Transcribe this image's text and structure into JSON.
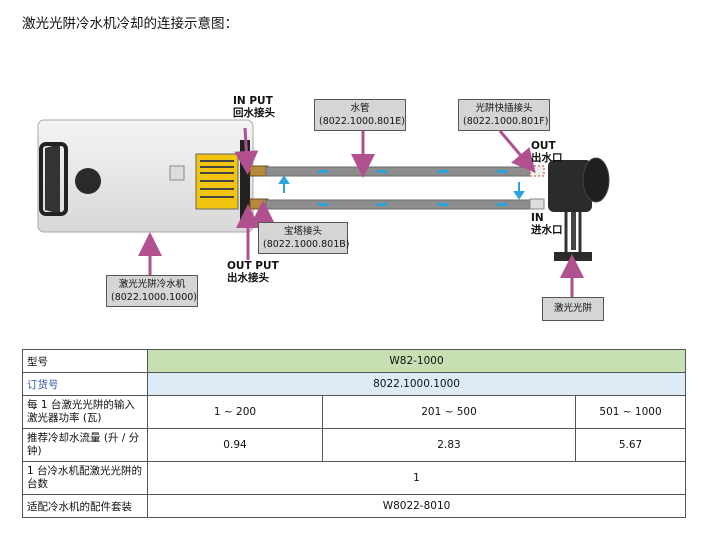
{
  "page": {
    "title": "激光光阱冷水机冷却的连接示意图："
  },
  "diagram": {
    "in_port": {
      "en": "IN PUT",
      "cn": "回水接头"
    },
    "out_port": {
      "en": "OUT PUT",
      "cn": "出水接头"
    },
    "water_pipe": {
      "name": "水管",
      "code": "(8022.1000.801E)"
    },
    "trap_connector": {
      "name": "光阱快插接头",
      "code": "(8022.1000.801F)"
    },
    "barb_connector": {
      "name": "宝塔接头",
      "code": "(8022.1000.801B)"
    },
    "chiller": {
      "name": "激光光阱冷水机",
      "code": "(8022.1000.1000)"
    },
    "trap_out": {
      "en": "OUT",
      "cn": "出水口"
    },
    "trap_in": {
      "en": "IN",
      "cn": "进水口"
    },
    "trap": {
      "name": "激光光阱"
    },
    "colors": {
      "arrow": "#b0508f",
      "flow": "#2aa4dc",
      "pipe": "#8d8d8d"
    }
  },
  "table": {
    "model": {
      "label": "型号",
      "value": "W82-1000"
    },
    "order": {
      "label": "订货号",
      "value": "8022.1000.1000"
    },
    "power": {
      "label": "每 1 台激光光阱的输入激光器功率 (瓦)",
      "values": [
        "1 ~ 200",
        "201 ~ 500",
        "501 ~ 1000"
      ]
    },
    "flow": {
      "label": "推荐冷却水流量 (升 / 分钟)",
      "values": [
        "0.94",
        "2.83",
        "5.67"
      ]
    },
    "count": {
      "label": "1 台冷水机配激光光阱的台数",
      "value": "1"
    },
    "kit": {
      "label": "适配冷水机的配件套装",
      "value": "W8022-8010"
    },
    "colors": {
      "header": "#c6e0b4",
      "order": "#ddebf7"
    }
  }
}
